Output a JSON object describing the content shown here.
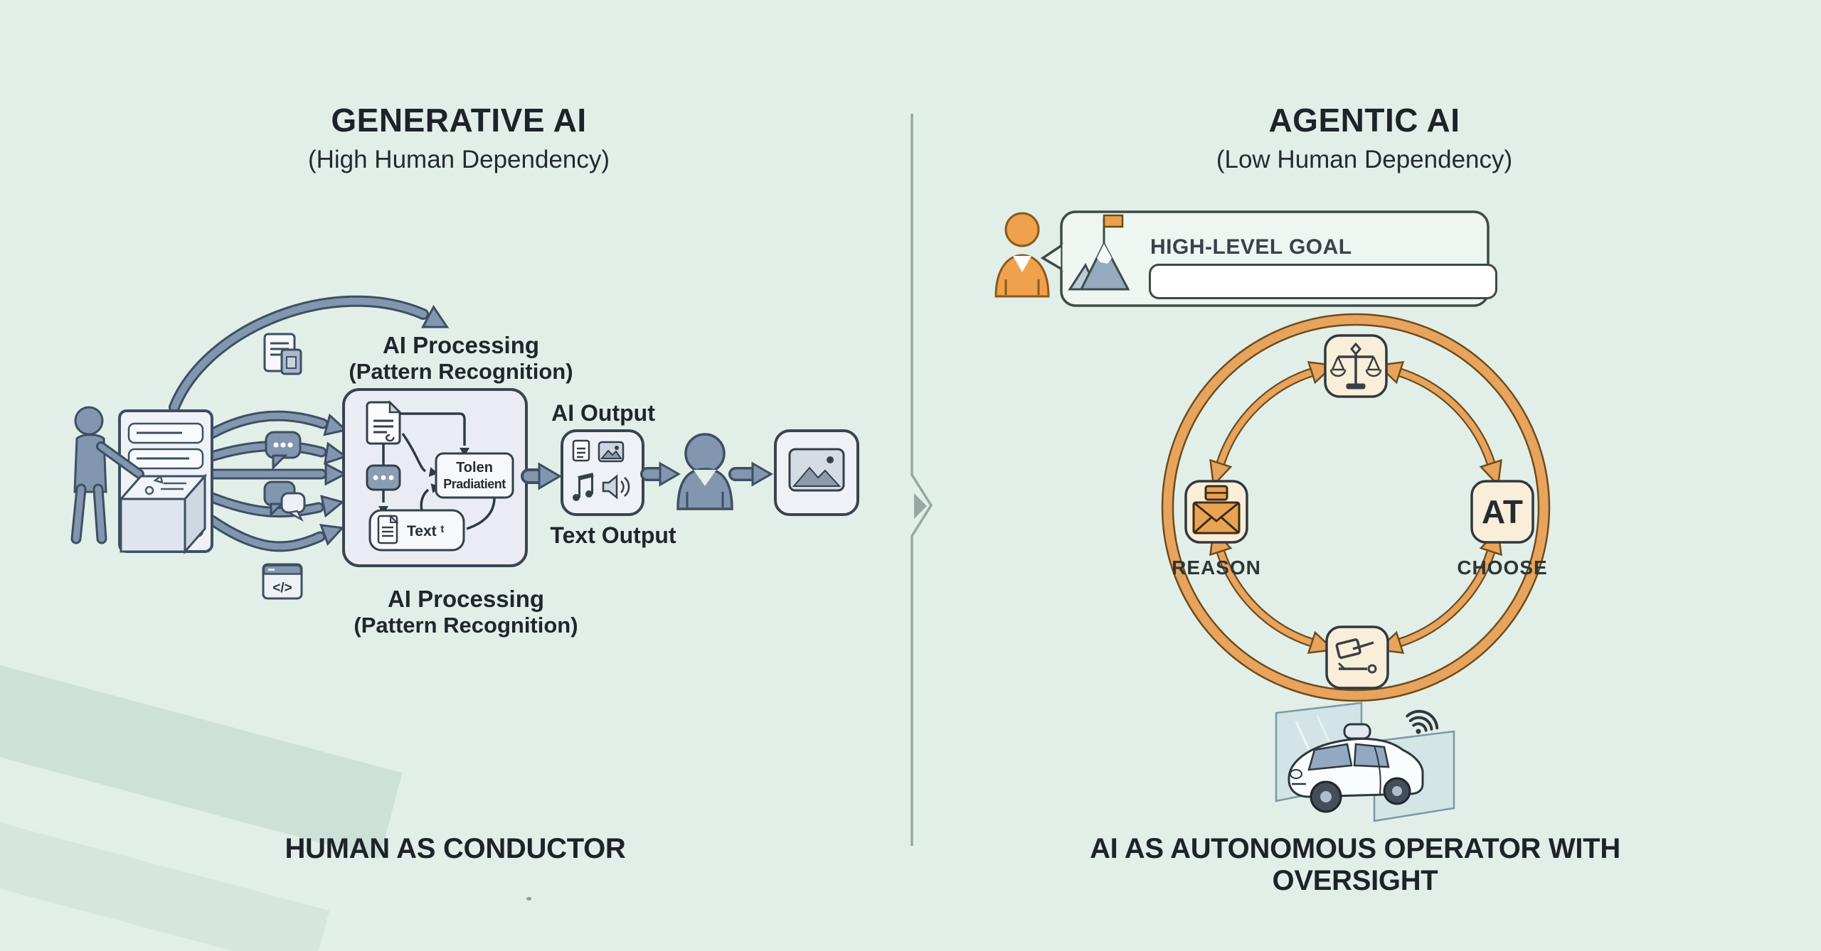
{
  "background": "#e2efe8",
  "palette": {
    "ink": "#20262b",
    "blue": "#8296b0",
    "blue_dark": "#3e4f63",
    "panel_fill": "#edf1f6",
    "cream": "#f9eed9",
    "orange": "#e8a45c",
    "orange_dark": "#6e4c1e",
    "divider": "#97a8a3"
  },
  "left_panel": {
    "title": "GENERATIVE AI",
    "subtitle": "(High Human Dependency)",
    "processing_label_top": {
      "line1": "AI Processing",
      "line2": "(Pattern Recognition)"
    },
    "processing_label_bottom": {
      "line1": "AI Processing",
      "line2": "(Pattern Recognition)"
    },
    "token_box": {
      "line1": "Tolen",
      "line2": "Pradiatient"
    },
    "text_box_label": "Text ᵗ",
    "code_icon_label": "</>",
    "output_label": "AI Output",
    "output_sublabel": "Text Output",
    "caption": "HUMAN AS CONDUCTOR"
  },
  "right_panel": {
    "title": "AGENTIC AI",
    "subtitle": "(Low Human Dependency)",
    "goal": {
      "label": "HIGH-LEVEL GOAL",
      "input_value": "",
      "input_placeholder": ""
    },
    "cycle": {
      "node_right_text": "AT",
      "label_left": "REASON",
      "label_right": "CHOOSE"
    },
    "caption": "AI AS AUTONOMOUS OPERATOR WITH OVERSIGHT"
  },
  "icons": [
    "human-figure",
    "control-desk",
    "input-panel",
    "document-input-icon",
    "chat-bubble-icon",
    "chat-bubbles-icon",
    "code-window-icon",
    "token-dots-chip-icon",
    "document-icon",
    "image-icon",
    "music-note-icon",
    "speaker-icon",
    "viewer-person-icon",
    "goal-person-icon",
    "mountain-flag-icon",
    "scales-icon",
    "mail-plan-icon",
    "gavel-icon",
    "self-driving-car-icon",
    "wifi-signal-icon",
    "divider-chevron-icon"
  ]
}
